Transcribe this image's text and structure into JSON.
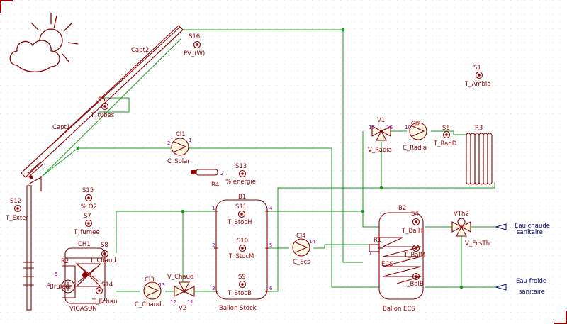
{
  "frame": {
    "border_color": "#8b0000",
    "wire_color": "#1a9a1a",
    "component_color": "#8b0000",
    "pin_color": "#8b008b",
    "label_color": "#000080"
  },
  "solar": {
    "capt1": "Capt1",
    "capt2": "Capt2",
    "s16_ref": "S16",
    "s16_val": "PV_(W)",
    "s5_ref": "S5",
    "s5_val": "T_tubes",
    "s12_ref": "S12",
    "s12_val": "T_Exter"
  },
  "pump_solar": {
    "ref": "Cl1",
    "val": "C_Solar",
    "pin1": "1",
    "pin2": "2"
  },
  "resistor": {
    "ref": "R4",
    "pin": "2"
  },
  "energy": {
    "ref": "S13",
    "val": "% energie"
  },
  "ambient": {
    "ref": "S1",
    "val": "T_Ambia"
  },
  "heater": {
    "s15_ref": "S15",
    "s15_val": "% O2",
    "s7_ref": "S7",
    "s7_val": "T_fumee",
    "ch1": "CH1",
    "s8_ref": "S8",
    "s8_val": "T_Chaud",
    "r2": "R2",
    "s14_ref": "S14",
    "s14_val": "T_Echau",
    "name": "VIGASUN",
    "burner": "Bruleur",
    "pin4": "4",
    "pin5": "5"
  },
  "pump_chaud": {
    "ref": "Cl3",
    "val": "C_Chaud",
    "pin": "13"
  },
  "valve_chaud": {
    "ref": "V2",
    "val": "V_Chaud",
    "pin12": "12",
    "pin11": "11"
  },
  "tank_stock": {
    "ref": "B1",
    "name": "Ballon Stock",
    "s11_ref": "S11",
    "s11_val": "T_StocH",
    "s10_ref": "S10",
    "s10_val": "T_StocM",
    "s9_ref": "S9",
    "s9_val": "T_StocB",
    "pins": [
      "1",
      "2",
      "3",
      "4",
      "5",
      "6"
    ]
  },
  "pump_ecs": {
    "ref": "Cl4",
    "val": "C_Ecs",
    "pin": "14"
  },
  "radiator_loop": {
    "v1_ref": "V1",
    "v1_val": "V_Radia",
    "v1_pin15": "15",
    "v1_pin16": "16",
    "cl2_ref": "Cl2",
    "cl2_val": "C_Radia",
    "cl2_pin": "10",
    "s6_ref": "S6",
    "s6_val": "T_RadD",
    "r3": "R3"
  },
  "tank_ecs": {
    "ref": "B2",
    "name": "Ballon ECS",
    "s4_ref": "S4",
    "s4_val": "T_BalH",
    "s3_val": "T_BalM",
    "s2_val": "T_BalB",
    "r1": "R1",
    "ecs_label": "ECS",
    "pin7": "7"
  },
  "mixing_valve": {
    "ref": "VTh2",
    "val": "V_EcsTh"
  },
  "outputs": {
    "hot_line1": "Eau chaude",
    "hot_line2": "sanitaire",
    "cold_line1": "Eau froide",
    "cold_line2": "sanitaire"
  }
}
